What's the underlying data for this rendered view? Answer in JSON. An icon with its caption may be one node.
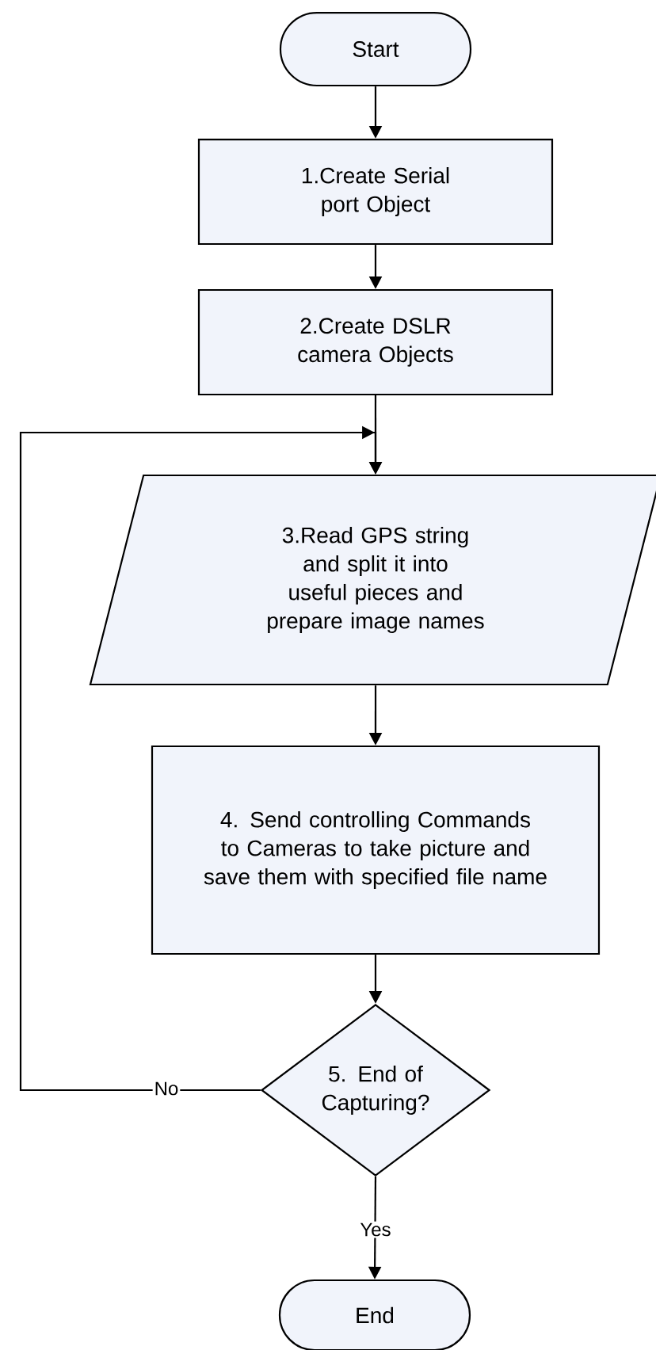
{
  "diagram": {
    "nodes": [
      {
        "text": [
          "Start"
        ]
      },
      {
        "text": [
          "1.Create Serial port Object"
        ]
      },
      {
        "text": [
          "2.Create DSLR camera Objects"
        ]
      },
      {
        "text": [
          "3.Read GPS string and split it into useful pieces and prepare image names"
        ]
      },
      {
        "text": [
          "4. Send controlling Commands to Cameras to take picture and save them with specified file name"
        ]
      },
      {
        "text": [
          "5. End of Capturing?"
        ]
      },
      {
        "text": [
          "End"
        ]
      }
    ],
    "edges": [
      {
        "from": 0,
        "to": 1,
        "arrow": "to"
      },
      {
        "from": 1,
        "to": 2,
        "arrow": "to"
      },
      {
        "from": 2,
        "to": 3,
        "arrow": "to"
      },
      {
        "from": 3,
        "to": 4,
        "arrow": "to"
      },
      {
        "from": 4,
        "to": 5,
        "arrow": "to"
      },
      {
        "from": 5,
        "to": 6,
        "arrow": "to",
        "label": "Yes"
      },
      {
        "from": 5,
        "to": 3,
        "arrow": "to",
        "label": "No"
      }
    ]
  }
}
